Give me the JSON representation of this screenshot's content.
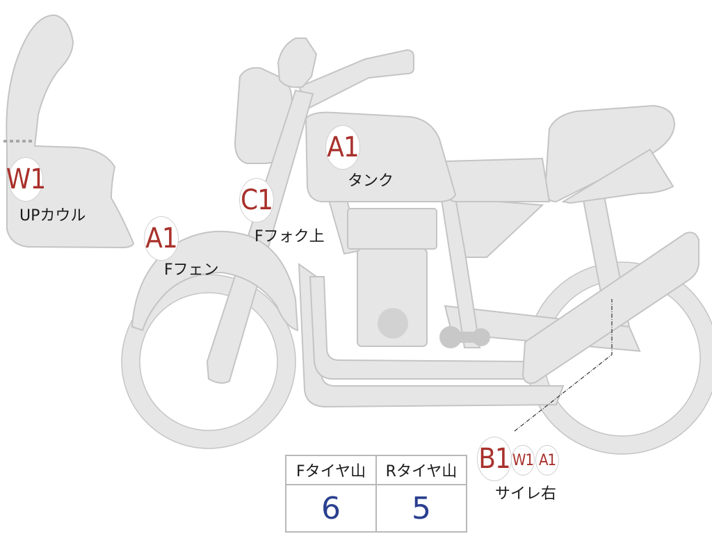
{
  "labels": {
    "up_cowl": "UPカウル",
    "f_fender": "Fフェン",
    "f_fork_upper": "Fフォク上",
    "tank": "タンク",
    "silencer_right": "サイレ右"
  },
  "badges": {
    "up_cowl": "W1",
    "f_fender": "A1",
    "f_fork_upper": "C1",
    "tank": "A1",
    "silencer_b": "B1",
    "silencer_w": "W1",
    "silencer_a": "A1"
  },
  "tyre_table": {
    "front_header": "Fタイヤ山",
    "rear_header": "Rタイヤ山",
    "front_value": "6",
    "rear_value": "5"
  }
}
